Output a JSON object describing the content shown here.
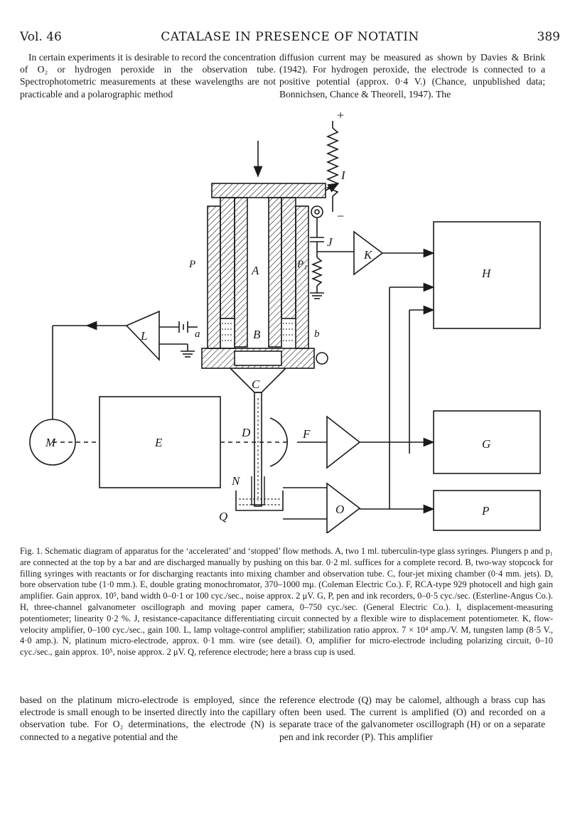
{
  "header": {
    "volume": "Vol. 46",
    "title": "CATALASE IN PRESENCE OF NOTATIN",
    "page_number": "389"
  },
  "top_text": {
    "left": "In certain experiments it is desirable to record the concentration of O₂ or hydrogen peroxide in the observation tube. Spectrophotometric measurements at these wavelengths are not practicable and a polarographic method",
    "right": "diffusion current may be measured as shown by Davies & Brink (1942). For hydrogen peroxide, the electrode is connected to a positive potential (approx. 0·4 V.) (Chance, unpublished data; Bonnichsen, Chance & Theorell, 1947). The"
  },
  "figure": {
    "labels": {
      "A": "A",
      "B": "B",
      "C": "C",
      "D": "D",
      "E": "E",
      "F": "F",
      "G": "G",
      "H": "H",
      "I": "I",
      "J": "J",
      "K": "K",
      "L": "L",
      "M": "M",
      "N": "N",
      "O": "O",
      "P": "P",
      "Q": "Q",
      "p": "P",
      "p1": "P₁",
      "a": "a",
      "b": "b",
      "plus": "+",
      "minus": "−"
    }
  },
  "caption": "Fig. 1. Schematic diagram of apparatus for the ‘accelerated’ and ‘stopped’ flow methods. A, two 1 ml. tuberculin-type glass syringes. Plungers p and p₁ are connected at the top by a bar and are discharged manually by pushing on this bar. 0·2 ml. suffices for a complete record. B, two-way stopcock for filling syringes with reactants or for discharging reactants into mixing chamber and observation tube. C, four-jet mixing chamber (0·4 mm. jets). D, bore observation tube (1·0 mm.). E, double grating monochromator, 370–1000 mμ. (Coleman Electric Co.). F, RCA-type 929 photocell and high gain amplifier. Gain approx. 10⁵, band width 0–0·1 or 100 cyc./sec., noise approx. 2 μV. G, P, pen and ink recorders, 0–0·5 cyc./sec. (Esterline-Angus Co.). H, three-channel galvanometer oscillograph and moving paper camera, 0–750 cyc./sec. (General Electric Co.). I, displacement-measuring potentiometer; linearity 0·2 %. J, resistance-capacitance differentiating circuit connected by a flexible wire to displacement potentiometer. K, flow-velocity amplifier, 0–100 cyc./sec., gain 100. L, lamp voltage-control amplifier; stabilization ratio approx. 7 × 10⁴ amp./V. M, tungsten lamp (8·5 V., 4·0 amp.). N, platinum micro-electrode, approx. 0·1 mm. wire (see detail). O, amplifier for micro-electrode including polarizing circuit, 0–10 cyc./sec., gain approx. 10⁵, noise approx. 2 μV. Q, reference electrode; here a brass cup is used.",
  "bottom_text": {
    "left": "based on the platinum micro-electrode is employed, since the electrode is small enough to be inserted directly into the capillary observation tube. For O₂ determinations, the electrode (N) is connected to a negative potential and the",
    "right": "reference electrode (Q) may be calomel, although a brass cup has often been used. The current is amplified (O) and recorded on a separate trace of the galvanometer oscillograph (H) or on a separate pen and ink recorder (P). This amplifier"
  }
}
